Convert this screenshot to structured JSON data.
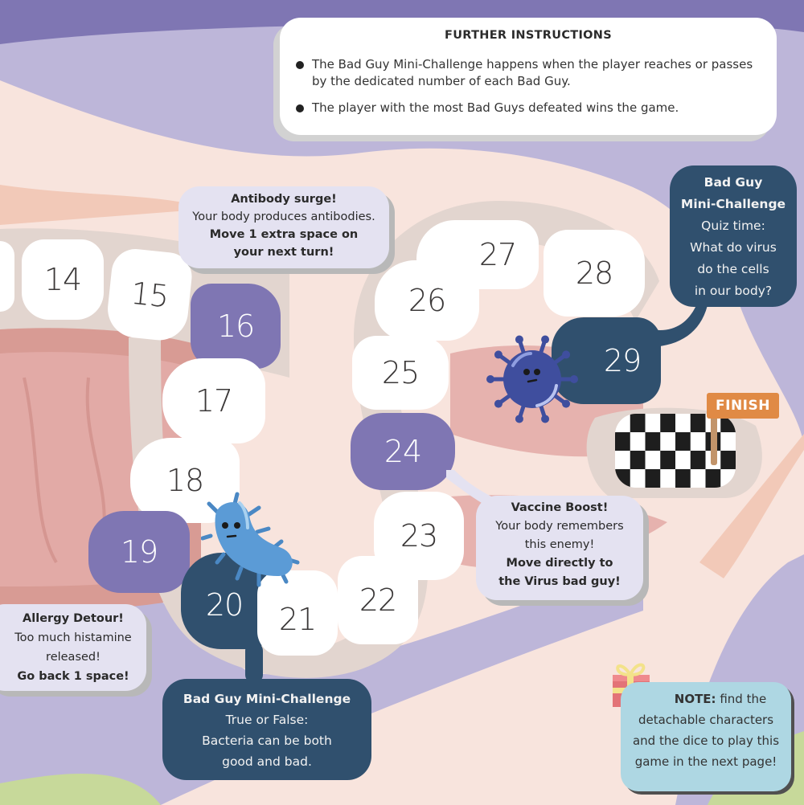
{
  "instructions": {
    "title": "FURTHER INSTRUCTIONS",
    "items": [
      "The Bad Guy Mini-Challenge happens when the player reaches or passes by the dedicated number of each Bad Guy.",
      "The player with the most Bad Guys defeated wins the game."
    ]
  },
  "tiles": [
    {
      "number": "14",
      "type": "normal"
    },
    {
      "number": "15",
      "type": "normal"
    },
    {
      "number": "16",
      "type": "event"
    },
    {
      "number": "17",
      "type": "normal"
    },
    {
      "number": "18",
      "type": "normal"
    },
    {
      "number": "19",
      "type": "event"
    },
    {
      "number": "20",
      "type": "bad-guy"
    },
    {
      "number": "21",
      "type": "normal"
    },
    {
      "number": "22",
      "type": "normal"
    },
    {
      "number": "23",
      "type": "normal"
    },
    {
      "number": "24",
      "type": "event"
    },
    {
      "number": "25",
      "type": "normal"
    },
    {
      "number": "26",
      "type": "normal"
    },
    {
      "number": "27",
      "type": "normal"
    },
    {
      "number": "28",
      "type": "normal"
    },
    {
      "number": "29",
      "type": "bad-guy"
    }
  ],
  "events": {
    "antibody": {
      "title": "Antibody surge!",
      "body": "Your body produces antibodies.",
      "action_line1": "Move 1 extra space on",
      "action_line2": "your next turn!"
    },
    "vaccine": {
      "title": "Vaccine Boost!",
      "body_line1": "Your body remembers",
      "body_line2": "this enemy!",
      "action_line1": "Move directly to",
      "action_line2": "the Virus bad guy!"
    },
    "allergy": {
      "title": "Allergy Detour!",
      "body_line1": "Too much histamine",
      "body_line2": "released!",
      "action": "Go back 1 space!"
    }
  },
  "challenges": {
    "bacteria": {
      "title": "Bad Guy Mini-Challenge",
      "line1": "True or False:",
      "line2": "Bacteria can be both",
      "line3": "good and bad."
    },
    "virus": {
      "title_line1": "Bad Guy",
      "title_line2": "Mini-Challenge",
      "line1": "Quiz time:",
      "line2": "What do virus",
      "line3": "do the cells",
      "line4": "in our body?"
    }
  },
  "finish": {
    "label": "FINISH"
  },
  "note": {
    "label": "NOTE:",
    "line1": "find the",
    "line2": "detachable characters",
    "line3": "and the dice to play this",
    "line4": "game in the next page!"
  },
  "characters": [
    {
      "name": "bacteria",
      "tile": "20",
      "color": "#5b9bd6"
    },
    {
      "name": "virus",
      "tile": "29",
      "color": "#3f4e9e"
    }
  ],
  "colors": {
    "purple_tile": "#7f76b3",
    "navy_tile": "#30506e",
    "light_bubble": "#e4e2f1",
    "note_bg": "#aed7e3",
    "finish_sign": "#e08a45",
    "skin": "#f8e4dd",
    "lavender": "#bdb6d9"
  }
}
